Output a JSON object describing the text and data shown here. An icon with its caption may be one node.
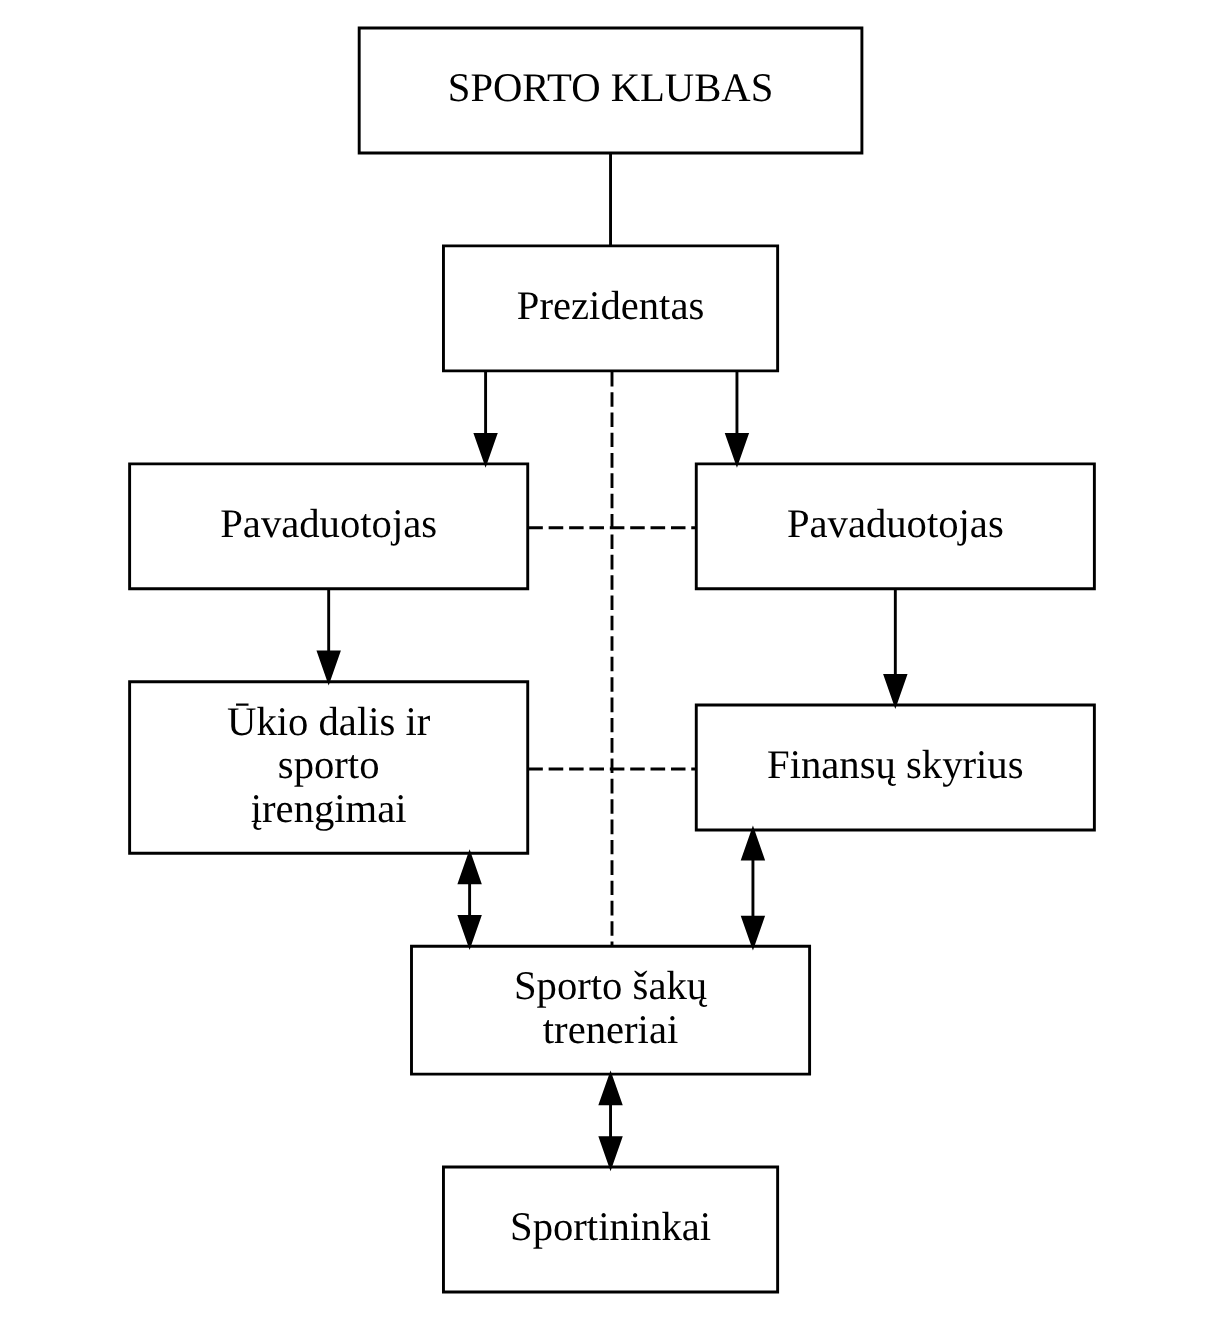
{
  "diagram": {
    "nodes": [
      {
        "text": [
          "SPORTO KLUBAS"
        ]
      },
      {
        "text": [
          "Prezidentas"
        ]
      },
      {
        "text": [
          "Pavaduotojas"
        ]
      },
      {
        "text": [
          "Pavaduotojas"
        ]
      },
      {
        "text": [
          "Ūkio dalis ir sporto įrengimai"
        ]
      },
      {
        "text": [
          "Finansų skyrius"
        ]
      },
      {
        "text": [
          "Sporto šakų treneriai"
        ]
      },
      {
        "text": [
          "Sportininkai"
        ]
      }
    ],
    "edges": [
      {
        "from": 0,
        "to": 1,
        "arrow": "none"
      },
      {
        "from": 1,
        "to": 2,
        "arrow": "to"
      },
      {
        "from": 1,
        "to": 3,
        "arrow": "to"
      },
      {
        "from": 2,
        "to": 4,
        "arrow": "to"
      },
      {
        "from": 3,
        "to": 5,
        "arrow": "to"
      },
      {
        "from": 4,
        "to": 6,
        "arrow": "both"
      },
      {
        "from": 5,
        "to": 6,
        "arrow": "both"
      },
      {
        "from": 6,
        "to": 7,
        "arrow": "both"
      },
      {
        "from": 2,
        "to": 3,
        "arrow": "none",
        "style": "dashed"
      },
      {
        "from": 4,
        "to": 5,
        "arrow": "none",
        "style": "dashed"
      },
      {
        "from": 1,
        "to": 6,
        "arrow": "none",
        "style": "dashed"
      }
    ]
  }
}
